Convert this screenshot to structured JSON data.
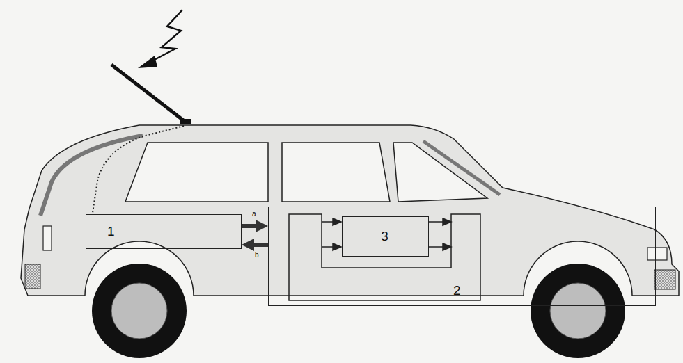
{
  "diagram": {
    "nodes": [
      {
        "text": [
          "1"
        ]
      },
      {
        "text": [
          "2"
        ]
      },
      {
        "text": [
          "3"
        ],
        "in": 1
      }
    ],
    "edges": [
      {
        "from": 0,
        "to": 1,
        "arrow": "to",
        "label": "a"
      },
      {
        "from": 1,
        "to": 0,
        "arrow": "to",
        "label": "b"
      }
    ]
  }
}
